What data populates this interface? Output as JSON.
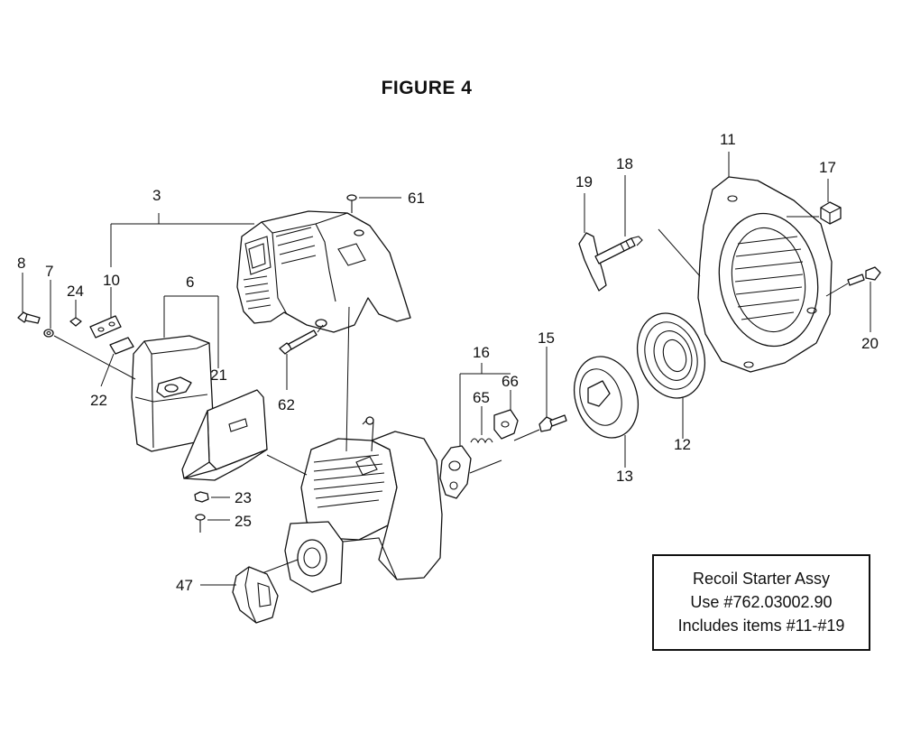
{
  "figure_title": "FIGURE 4",
  "note": {
    "line1": "Recoil Starter Assy",
    "line2": "Use #762.03002.90",
    "line3": "Includes items #11-#19"
  },
  "callouts": {
    "c3": "3",
    "c6": "6",
    "c7": "7",
    "c8": "8",
    "c10": "10",
    "c11": "11",
    "c12": "12",
    "c13": "13",
    "c15": "15",
    "c16": "16",
    "c17": "17",
    "c18": "18",
    "c19": "19",
    "c20": "20",
    "c21": "21",
    "c22": "22",
    "c23": "23",
    "c24": "24",
    "c25": "25",
    "c47": "47",
    "c61": "61",
    "c62": "62",
    "c65": "65",
    "c66": "66"
  }
}
